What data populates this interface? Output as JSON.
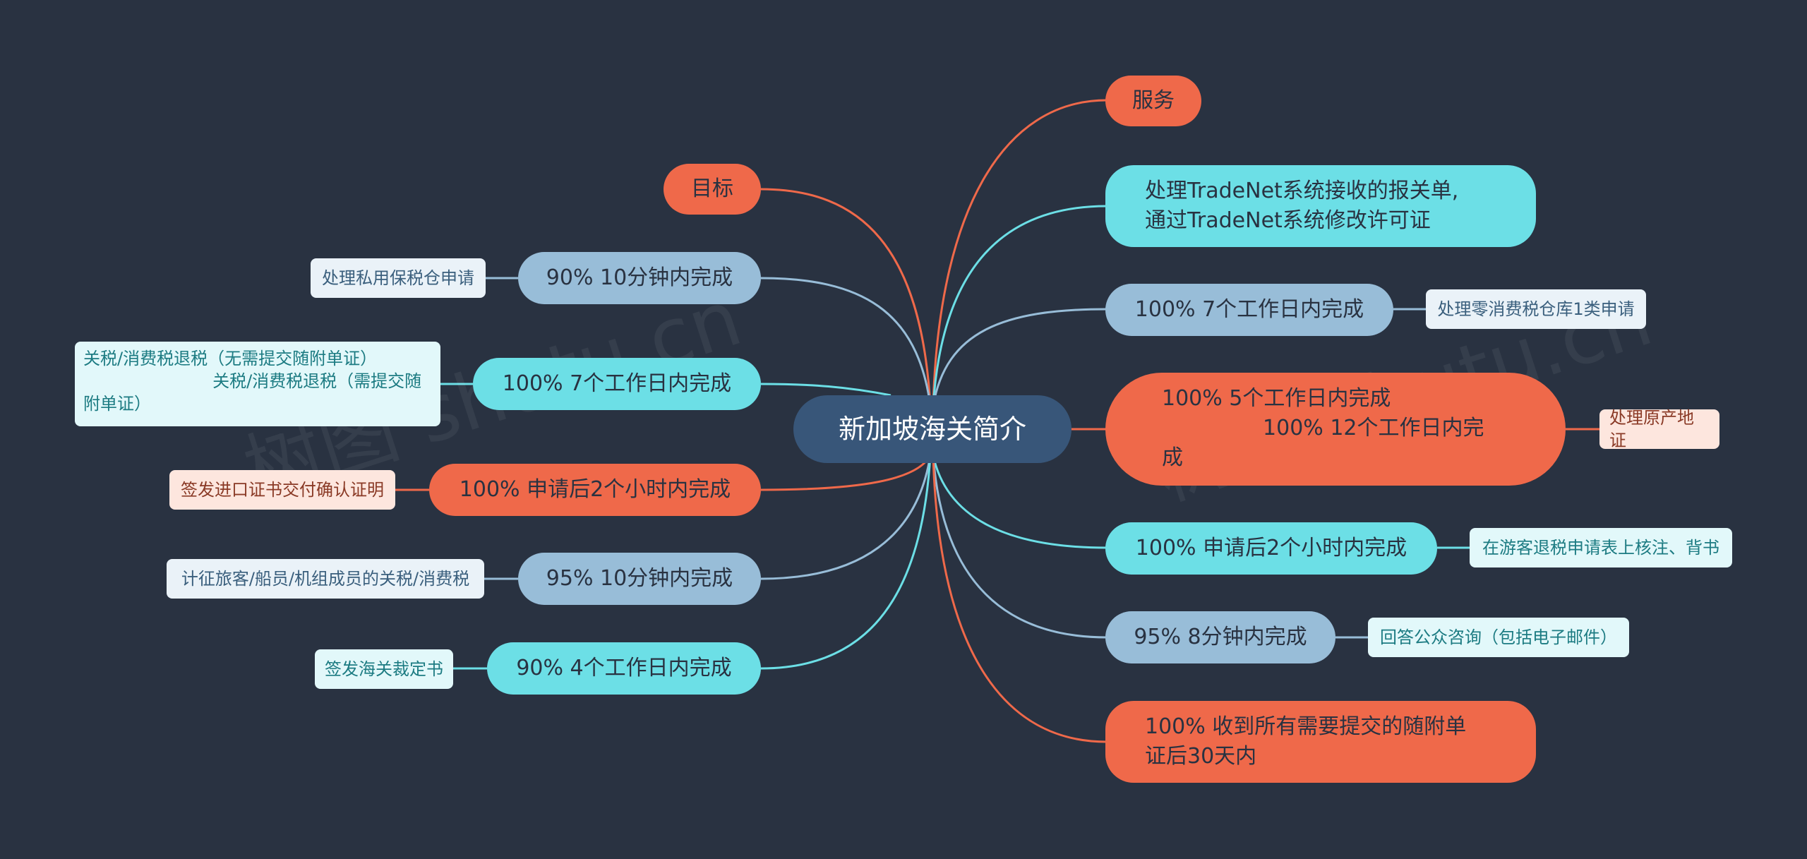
{
  "center": {
    "label": "新加坡海关简介"
  },
  "right": [
    {
      "label": "服务"
    },
    {
      "label": "处理TradeNet系统接收的报关单,\n通过TradeNet系统修改许可证"
    },
    {
      "label": "100% 7个工作日内完成",
      "leaf": "处理零消费税仓库1类申请"
    },
    {
      "label": "100% 5个工作日内完成\n               100% 12个工作日内完\n成",
      "leaf": "处理原产地证"
    },
    {
      "label": "100% 申请后2个小时内完成",
      "leaf": "在游客退税申请表上核注、背书"
    },
    {
      "label": "95% 8分钟内完成",
      "leaf": "回答公众咨询（包括电子邮件）"
    },
    {
      "label": "100% 收到所有需要提交的随附单\n证后30天内"
    }
  ],
  "left": [
    {
      "label": "目标"
    },
    {
      "label": "90% 10分钟内完成",
      "leaf": "处理私用保税仓申请"
    },
    {
      "label": "100% 7个工作日内完成",
      "leaf": "关税/消费税退税（无需提交随附单证）\n                        关税/消费税退税（需提交随\n附单证）"
    },
    {
      "label": "100% 申请后2个小时内完成",
      "leaf": "签发进口证书交付确认证明"
    },
    {
      "label": "95% 10分钟内完成",
      "leaf": "计征旅客/船员/机组成员的关税/消费税"
    },
    {
      "label": "90% 4个工作日内完成",
      "leaf": "签发海关裁定书"
    }
  ],
  "colors": {
    "background": "#293241",
    "orange": "#ef694a",
    "cyan": "#6cdfe6",
    "blue": "#98bdd8",
    "center": "#385679"
  },
  "watermark": "树图 shutu.cn"
}
